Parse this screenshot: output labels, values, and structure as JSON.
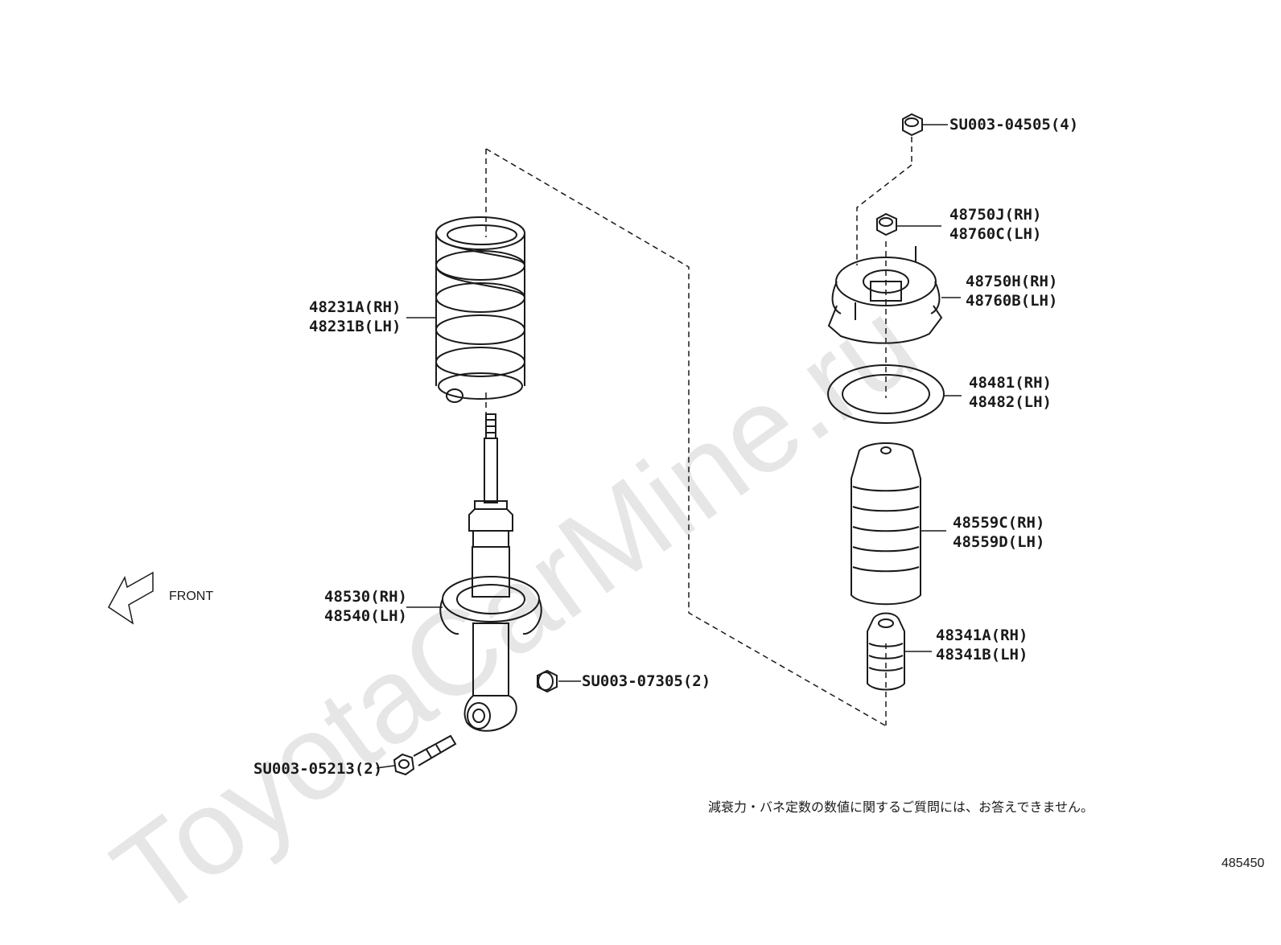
{
  "watermark": "ToyotaCarMine.ru",
  "front_label": "FRONT",
  "figure_number": "485450",
  "note": "減衰力・バネ定数の数値に関するご質問には、お答えできません。",
  "parts": {
    "spring": {
      "line1": "48231A(RH)",
      "line2": "48231B(LH)"
    },
    "shock": {
      "line1": "48530(RH)",
      "line2": "48540(LH)"
    },
    "nut_lower": {
      "line1": "SU003-07305(2)"
    },
    "bolt_lower": {
      "line1": "SU003-05213(2)"
    },
    "nut_top": {
      "line1": "SU003-04505(4)"
    },
    "mount_nut": {
      "line1": "48750J(RH)",
      "line2": "48760C(LH)"
    },
    "mount": {
      "line1": "48750H(RH)",
      "line2": "48760B(LH)"
    },
    "insulator": {
      "line1": "48481(RH)",
      "line2": "48482(LH)"
    },
    "boot": {
      "line1": "48559C(RH)",
      "line2": "48559D(LH)"
    },
    "bumper": {
      "line1": "48341A(RH)",
      "line2": "48341B(LH)"
    }
  },
  "colors": {
    "line": "#1a1a1a",
    "watermark": "#e6e6e6"
  }
}
